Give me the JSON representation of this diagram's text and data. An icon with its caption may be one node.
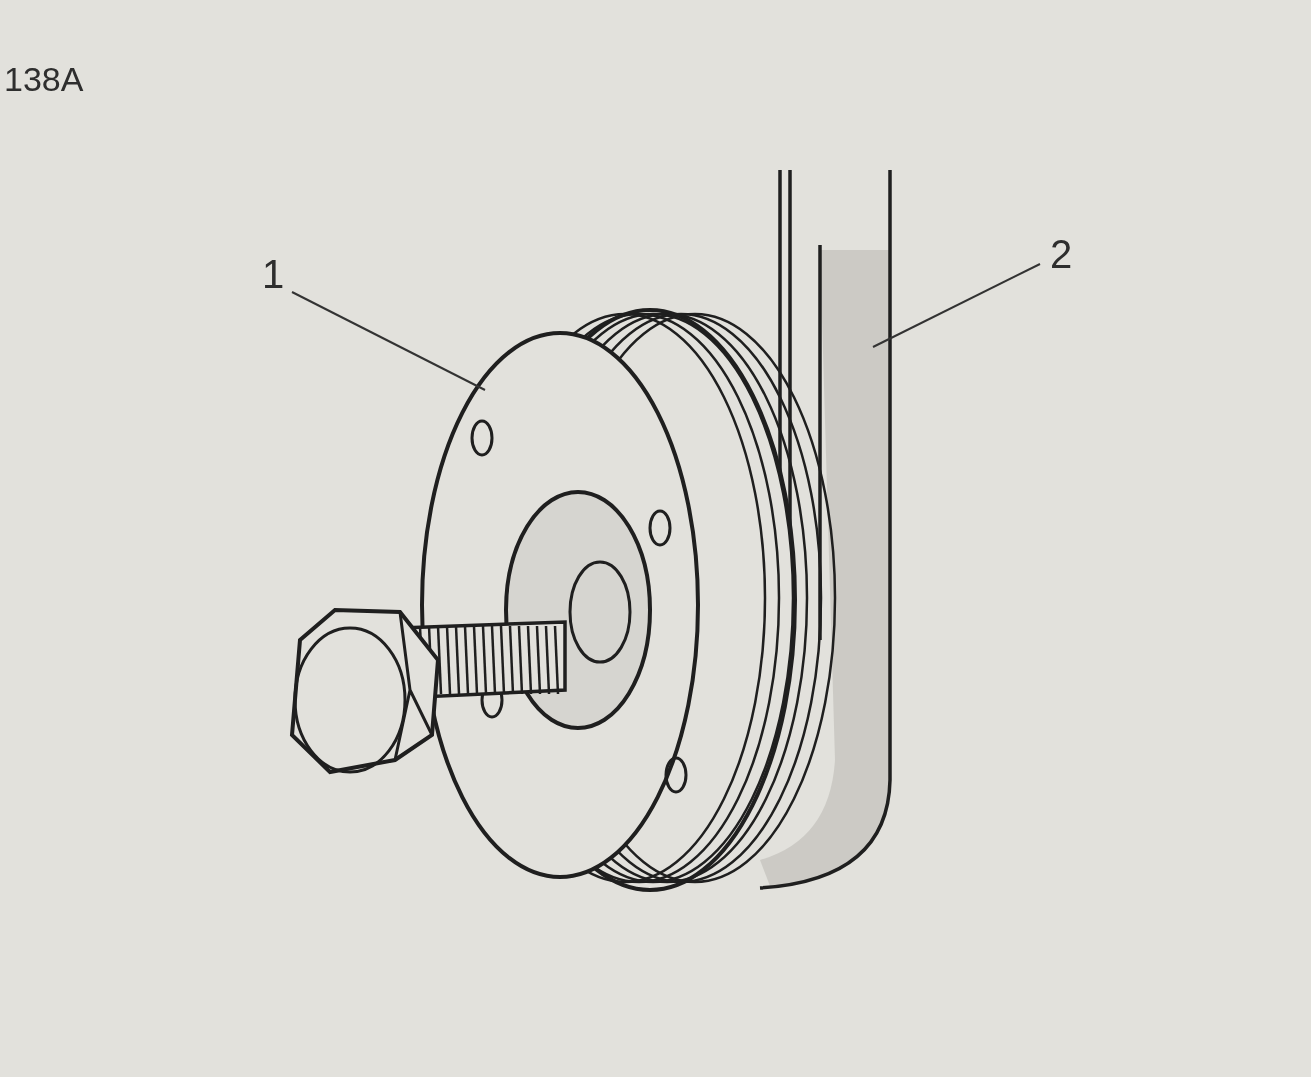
{
  "diagram": {
    "nodes": [
      {
        "text": [
          "1"
        ]
      },
      {
        "text": [
          "2"
        ]
      },
      {
        "text": [],
        "shape": "picture"
      },
      {
        "text": [],
        "shape": "picture"
      }
    ],
    "edges": [
      {
        "from": 0,
        "to": 2,
        "arrow": "none"
      },
      {
        "from": 1,
        "to": 3,
        "arrow": "none"
      }
    ],
    "labels": [
      "138A"
    ]
  }
}
